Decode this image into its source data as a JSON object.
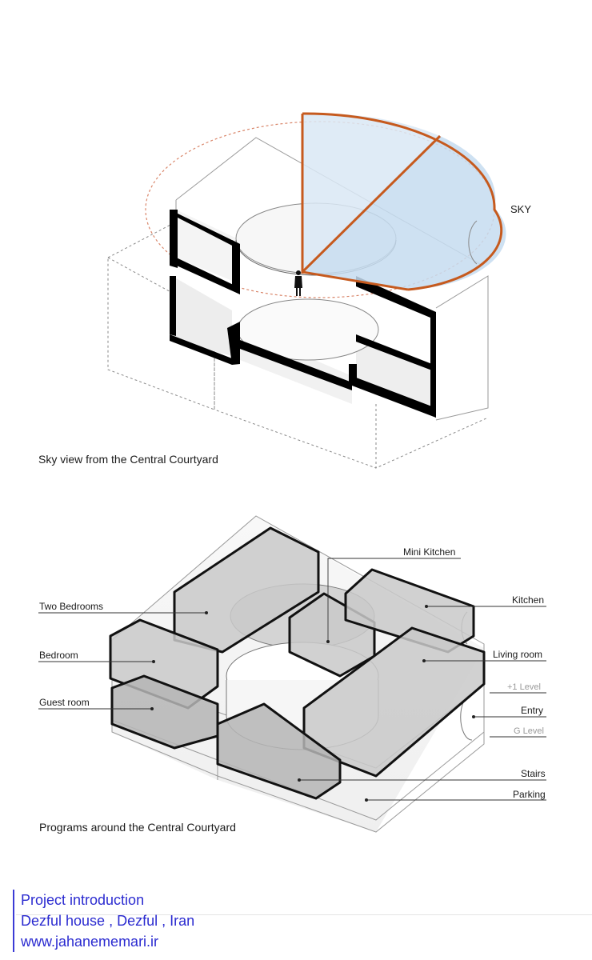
{
  "top_diagram": {
    "caption": "Sky view from the Central Courtyard",
    "sky_label": "SKY",
    "colors": {
      "sky_fill": "#cfe2f3",
      "sky_stroke": "#c65a1e"
    }
  },
  "bottom_diagram": {
    "caption": "Programs around the Central Courtyard",
    "labels_left": [
      "Two Bedrooms",
      "Bedroom",
      "Guest room"
    ],
    "labels_right": [
      "Mini Kitchen",
      "Kitchen",
      "Living room",
      "+1 Level",
      "Entry",
      "G Level",
      "Stairs",
      "Parking"
    ]
  },
  "credit": {
    "line1": "Project introduction",
    "line2": "Dezful house , Dezful , Iran",
    "line3": "www.jahanememari.ir"
  }
}
